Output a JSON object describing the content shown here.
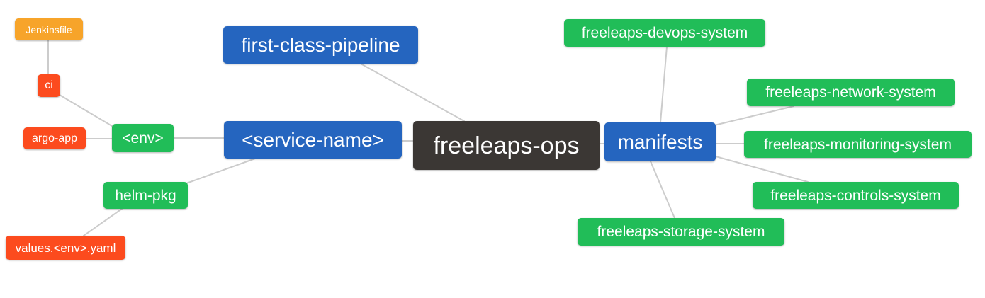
{
  "diagram": {
    "type": "mindmap",
    "root": "freeleaps-ops",
    "nodes": {
      "root": {
        "label": "freeleaps-ops",
        "color": "#3b3734"
      },
      "first_class_pipeline": {
        "label": "first-class-pipeline",
        "color": "#2565bf"
      },
      "service_name": {
        "label": "<service-name>",
        "color": "#2565bf"
      },
      "manifests": {
        "label": "manifests",
        "color": "#2565bf"
      },
      "env": {
        "label": "<env>",
        "color": "#21bd58"
      },
      "helm_pkg": {
        "label": "helm-pkg",
        "color": "#21bd58"
      },
      "ci": {
        "label": "ci",
        "color": "#fc4b1e"
      },
      "argo_app": {
        "label": "argo-app",
        "color": "#fc4b1e"
      },
      "jenkinsfile": {
        "label": "Jenkinsfile",
        "color": "#f7a42a"
      },
      "values_env_yaml": {
        "label": "values.<env>.yaml",
        "color": "#fc4b1e"
      },
      "devops_system": {
        "label": "freeleaps-devops-system",
        "color": "#21bd58"
      },
      "network_system": {
        "label": "freeleaps-network-system",
        "color": "#21bd58"
      },
      "monitoring_system": {
        "label": "freeleaps-monitoring-system",
        "color": "#21bd58"
      },
      "controls_system": {
        "label": "freeleaps-controls-system",
        "color": "#21bd58"
      },
      "storage_system": {
        "label": "freeleaps-storage-system",
        "color": "#21bd58"
      }
    },
    "edges": [
      {
        "from": "freeleaps-ops",
        "to": "first-class-pipeline"
      },
      {
        "from": "freeleaps-ops",
        "to": "<service-name>"
      },
      {
        "from": "freeleaps-ops",
        "to": "manifests"
      },
      {
        "from": "<service-name>",
        "to": "<env>"
      },
      {
        "from": "<service-name>",
        "to": "helm-pkg"
      },
      {
        "from": "<env>",
        "to": "ci"
      },
      {
        "from": "<env>",
        "to": "argo-app"
      },
      {
        "from": "ci",
        "to": "Jenkinsfile"
      },
      {
        "from": "helm-pkg",
        "to": "values.<env>.yaml"
      },
      {
        "from": "manifests",
        "to": "freeleaps-devops-system"
      },
      {
        "from": "manifests",
        "to": "freeleaps-network-system"
      },
      {
        "from": "manifests",
        "to": "freeleaps-monitoring-system"
      },
      {
        "from": "manifests",
        "to": "freeleaps-controls-system"
      },
      {
        "from": "manifests",
        "to": "freeleaps-storage-system"
      }
    ]
  },
  "colors": {
    "node_blue": "#2565bf",
    "node_green": "#21bd58",
    "node_red": "#fc4b1e",
    "node_orange": "#f7a42a",
    "node_dark": "#3b3734",
    "edge_gray": "#cccccc",
    "text": "#ffffff",
    "background": "#ffffff"
  }
}
